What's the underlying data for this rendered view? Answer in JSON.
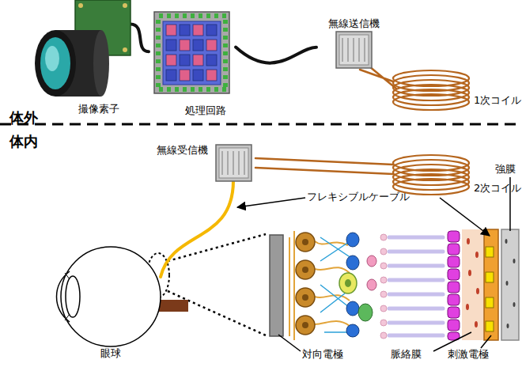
{
  "diagram": {
    "nodes": [
      {
        "text": [
          "撮像素子"
        ]
      },
      {
        "text": [
          "処理回路"
        ]
      },
      {
        "text": [
          "無線送信機"
        ]
      },
      {
        "text": [
          "1次コイル"
        ]
      },
      {
        "text": [
          "無線受信機"
        ]
      },
      {
        "text": [
          "2次コイル"
        ]
      },
      {
        "text": [
          "眼球"
        ]
      }
    ],
    "edges": [
      {
        "from": 0,
        "to": 1,
        "arrow": "none"
      },
      {
        "from": 1,
        "to": 2,
        "arrow": "none"
      },
      {
        "from": 2,
        "to": 3,
        "arrow": "none"
      },
      {
        "from": 4,
        "to": 5,
        "arrow": "none"
      },
      {
        "from": 4,
        "to": 6,
        "arrow": "none"
      }
    ],
    "labels": [
      "体外",
      "体内",
      "フレキシブルケーブル",
      "強膜",
      "対向電極",
      "脈絡膜",
      "刺激電極"
    ]
  }
}
